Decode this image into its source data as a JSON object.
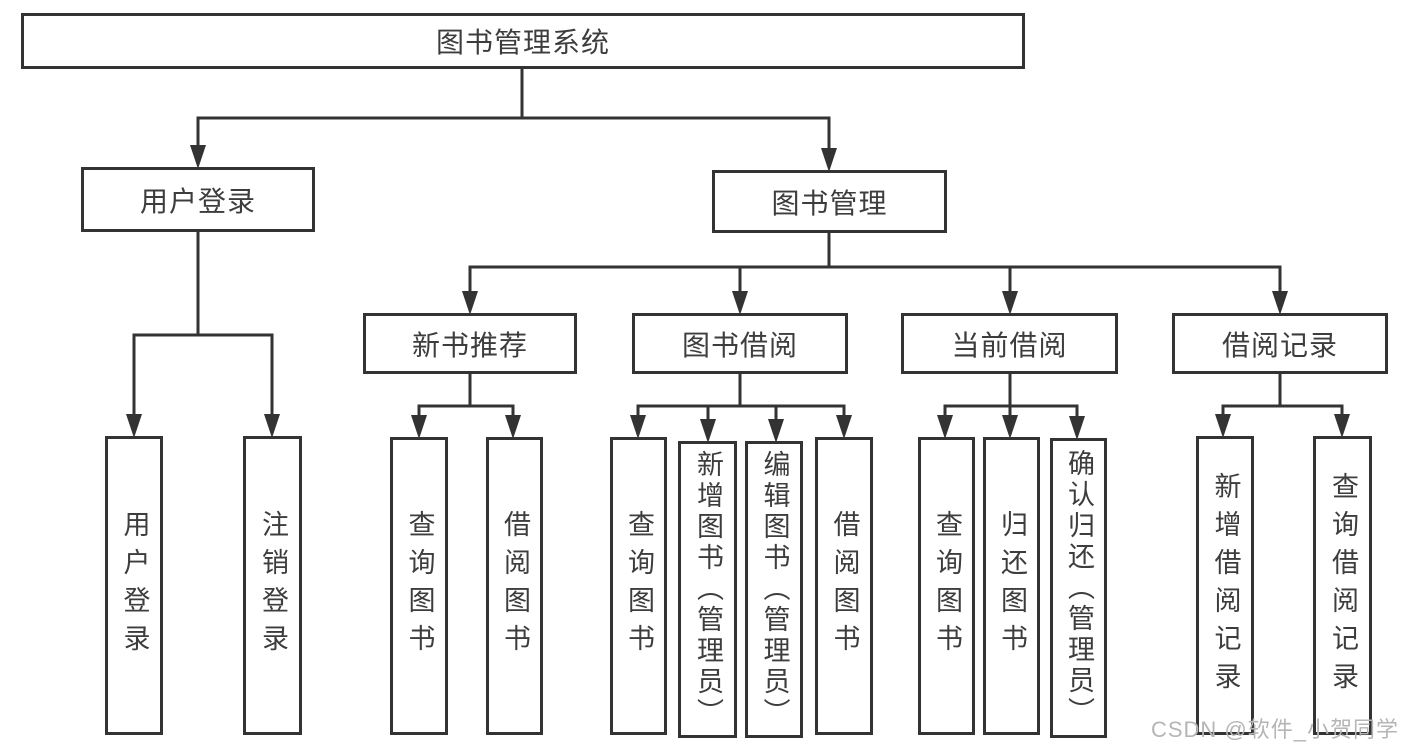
{
  "diagram": {
    "type": "hierarchy-tree",
    "orientation": "top-down"
  },
  "nodes": {
    "root": {
      "label": "图书管理系统"
    },
    "user_login": {
      "label": "用户登录"
    },
    "book_mgmt": {
      "label": "图书管理"
    },
    "new_book_rec": {
      "label": "新书推荐"
    },
    "book_borrow": {
      "label": "图书借阅"
    },
    "current_borrow": {
      "label": "当前借阅"
    },
    "borrow_record": {
      "label": "借阅记录"
    },
    "leaf_user_login": {
      "label": "用户登录"
    },
    "leaf_logout": {
      "label": "注销登录"
    },
    "leaf_query_book_1": {
      "label": "查询图书"
    },
    "leaf_borrow_book_1": {
      "label": "借阅图书"
    },
    "leaf_query_book_2": {
      "label": "查询图书"
    },
    "leaf_add_book": {
      "label": "新增图书（管理员）"
    },
    "leaf_edit_book": {
      "label": "编辑图书（管理员）"
    },
    "leaf_borrow_book_2": {
      "label": "借阅图书"
    },
    "leaf_query_book_3": {
      "label": "查询图书"
    },
    "leaf_return_book": {
      "label": "归还图书"
    },
    "leaf_confirm_return": {
      "label": "确认归还（管理员）"
    },
    "leaf_add_borrow_record": {
      "label": "新增借阅记录"
    },
    "leaf_query_borrow_record": {
      "label": "查询借阅记录"
    }
  },
  "structure": {
    "root": [
      "user_login",
      "book_mgmt"
    ],
    "user_login": [
      "leaf_user_login",
      "leaf_logout"
    ],
    "book_mgmt": [
      "new_book_rec",
      "book_borrow",
      "current_borrow",
      "borrow_record"
    ],
    "new_book_rec": [
      "leaf_query_book_1",
      "leaf_borrow_book_1"
    ],
    "book_borrow": [
      "leaf_query_book_2",
      "leaf_add_book",
      "leaf_edit_book",
      "leaf_borrow_book_2"
    ],
    "current_borrow": [
      "leaf_query_book_3",
      "leaf_return_book",
      "leaf_confirm_return"
    ],
    "borrow_record": [
      "leaf_add_borrow_record",
      "leaf_query_borrow_record"
    ]
  },
  "watermark": {
    "text": "CSDN @软件_小贺同学"
  },
  "colors": {
    "background": "#ffffff",
    "box_border": "#333333",
    "connector": "#333333",
    "text": "#3d3d3d",
    "watermark": "#b5b5b5"
  }
}
